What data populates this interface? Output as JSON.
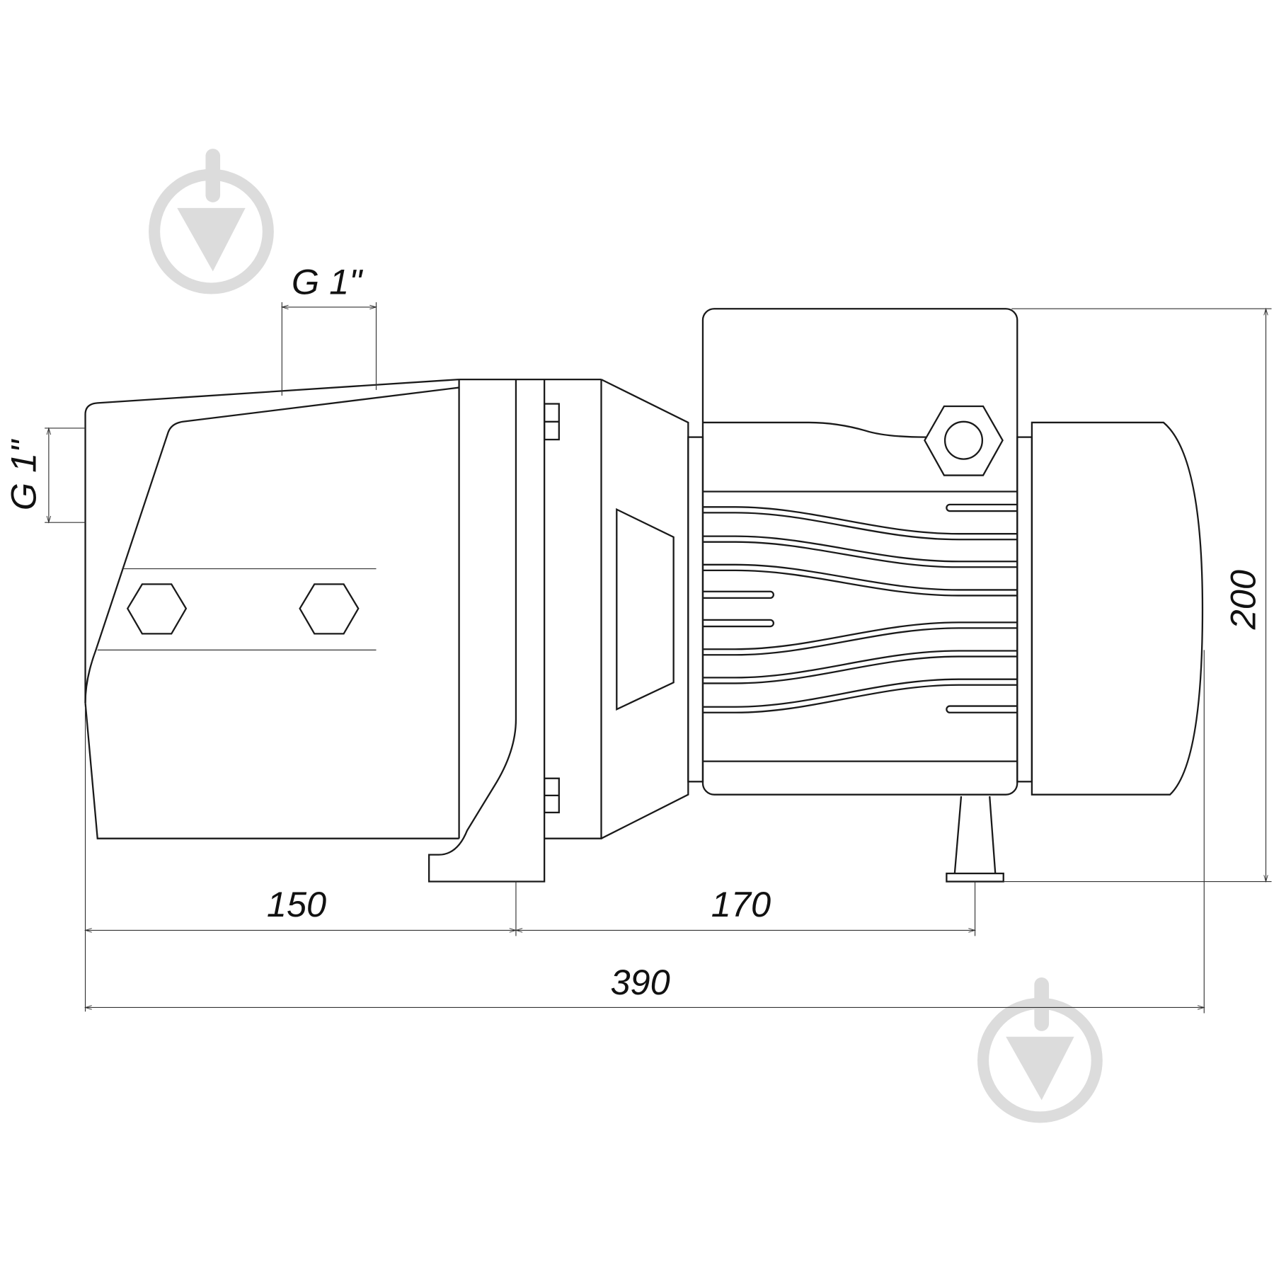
{
  "dimensions": {
    "outlet_thread": "G 1\"",
    "inlet_thread": "G 1\"",
    "front_to_bracket": "150",
    "bracket_to_foot": "170",
    "overall_length": "390",
    "overall_height": "200"
  },
  "colors": {
    "line": "#1a1a1a",
    "watermark": "#dcdcdc"
  }
}
